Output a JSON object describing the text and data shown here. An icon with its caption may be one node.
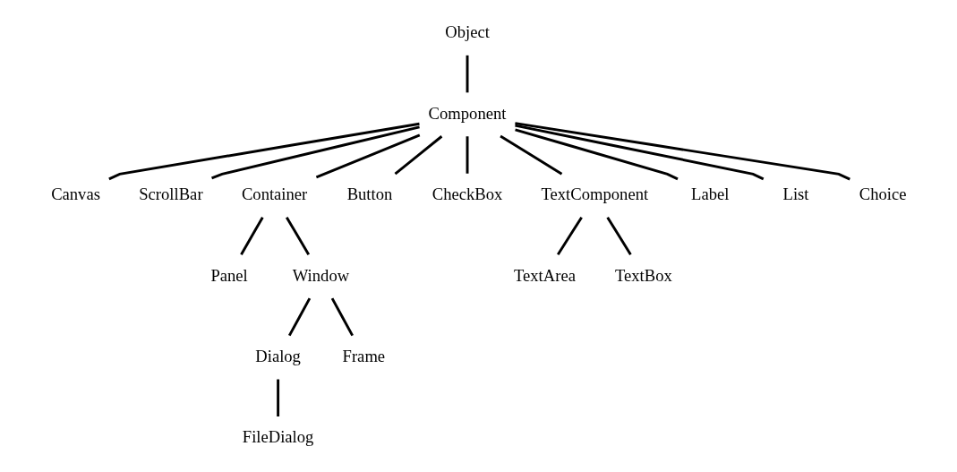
{
  "diagram": {
    "nodes": [
      {
        "text": [
          "Object"
        ]
      },
      {
        "text": [
          "Component"
        ]
      },
      {
        "text": [
          "Canvas"
        ]
      },
      {
        "text": [
          "ScrollBar"
        ]
      },
      {
        "text": [
          "Container"
        ]
      },
      {
        "text": [
          "Button"
        ]
      },
      {
        "text": [
          "CheckBox"
        ]
      },
      {
        "text": [
          "TextComponent"
        ]
      },
      {
        "text": [
          "Label"
        ]
      },
      {
        "text": [
          "List"
        ]
      },
      {
        "text": [
          "Choice"
        ]
      },
      {
        "text": [
          "Panel"
        ]
      },
      {
        "text": [
          "Window"
        ]
      },
      {
        "text": [
          "Dialog"
        ]
      },
      {
        "text": [
          "Frame"
        ]
      },
      {
        "text": [
          "FileDialog"
        ]
      },
      {
        "text": [
          "TextArea"
        ]
      },
      {
        "text": [
          "TextBox"
        ]
      }
    ],
    "edges": [
      {
        "from": 0,
        "to": 1,
        "arrow": "none"
      },
      {
        "from": 1,
        "to": 2,
        "arrow": "none"
      },
      {
        "from": 1,
        "to": 3,
        "arrow": "none"
      },
      {
        "from": 1,
        "to": 4,
        "arrow": "none"
      },
      {
        "from": 1,
        "to": 5,
        "arrow": "none"
      },
      {
        "from": 1,
        "to": 6,
        "arrow": "none"
      },
      {
        "from": 1,
        "to": 7,
        "arrow": "none"
      },
      {
        "from": 1,
        "to": 8,
        "arrow": "none"
      },
      {
        "from": 1,
        "to": 9,
        "arrow": "none"
      },
      {
        "from": 1,
        "to": 10,
        "arrow": "none"
      },
      {
        "from": 4,
        "to": 11,
        "arrow": "none"
      },
      {
        "from": 4,
        "to": 12,
        "arrow": "none"
      },
      {
        "from": 12,
        "to": 13,
        "arrow": "none"
      },
      {
        "from": 12,
        "to": 14,
        "arrow": "none"
      },
      {
        "from": 13,
        "to": 15,
        "arrow": "none"
      },
      {
        "from": 7,
        "to": 16,
        "arrow": "none"
      },
      {
        "from": 7,
        "to": 17,
        "arrow": "none"
      }
    ]
  }
}
